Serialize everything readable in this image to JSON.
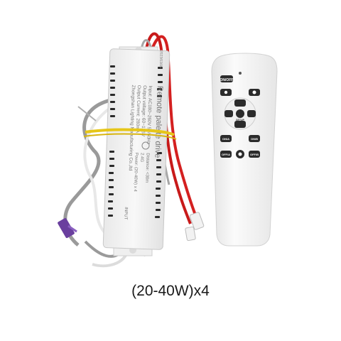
{
  "caption": "(20-40W)x4",
  "driver": {
    "title": "Remote palette drive",
    "lines": [
      "Input: AC180~260V 50/60Hz",
      "Output voltage: 60~135V",
      "Output Current: 280mA",
      "Zhongshan Lighting Manufacturing Co.,ltd"
    ],
    "spec_lines": [
      "Distance: <30m",
      "2.4G",
      "Power: (20-40W) x 4"
    ],
    "date_code": "2023/03/05",
    "input_label": "INPUT"
  },
  "remote": {
    "buttons": {
      "onoff": "ON/OFF",
      "on_a": "ON/A",
      "on_b": "ON/B",
      "off_a": "OFF/A",
      "off_b": "OFF/B",
      "setup": "SETUP"
    }
  },
  "colors": {
    "background": "#ffffff",
    "driver_body": "#f4f4f4",
    "wire_red": "#d42020",
    "wire_gray": "#9a9a9a",
    "band_yellow": "#e6c619",
    "purple_connector": "#6a3f9e"
  }
}
